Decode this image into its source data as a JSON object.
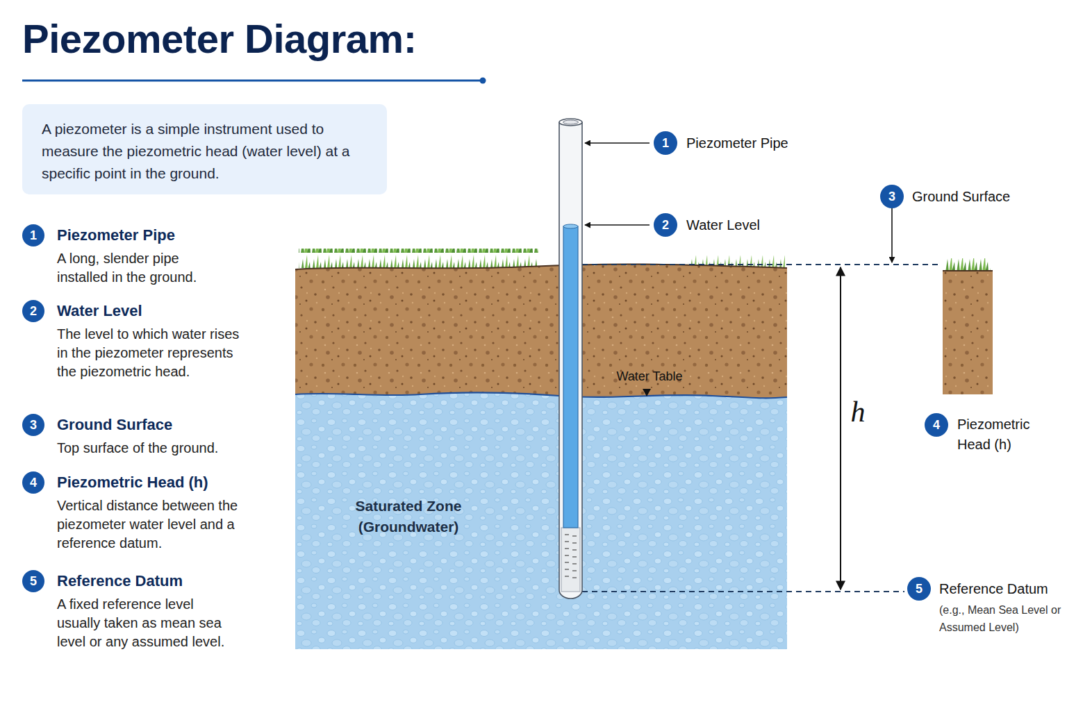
{
  "diagram": {
    "title": "Piezometer Diagram:",
    "nodes": [
      {
        "text": [
          "A piezometer is a simple instrument used to measure the piezometric head (water level) at a specific point in the ground."
        ]
      },
      {
        "text": [
          "Saturated Zone (Groundwater)"
        ]
      }
    ],
    "labels": [
      "1",
      "Piezometer Pipe",
      "A long, slender pipe installed in the ground.",
      "2",
      "Water Level",
      "The level to which water rises in the piezometer represents the piezometric head.",
      "3",
      "Ground Surface",
      "Top surface of the ground.",
      "4",
      "Piezometric Head (h)",
      "Vertical distance between the piezometer water level and a reference datum.",
      "5",
      "Reference Datum",
      "A fixed reference level usually taken as mean sea level or any assumed level.",
      "1",
      "Piezometer Pipe",
      "2",
      "Water Level",
      "3",
      "Ground Surface",
      "Water Table",
      "h",
      "4",
      "Piezometric Head (h)",
      "5",
      "Reference Datum",
      "(e.g., Mean Sea Level or Assumed Level)"
    ]
  }
}
